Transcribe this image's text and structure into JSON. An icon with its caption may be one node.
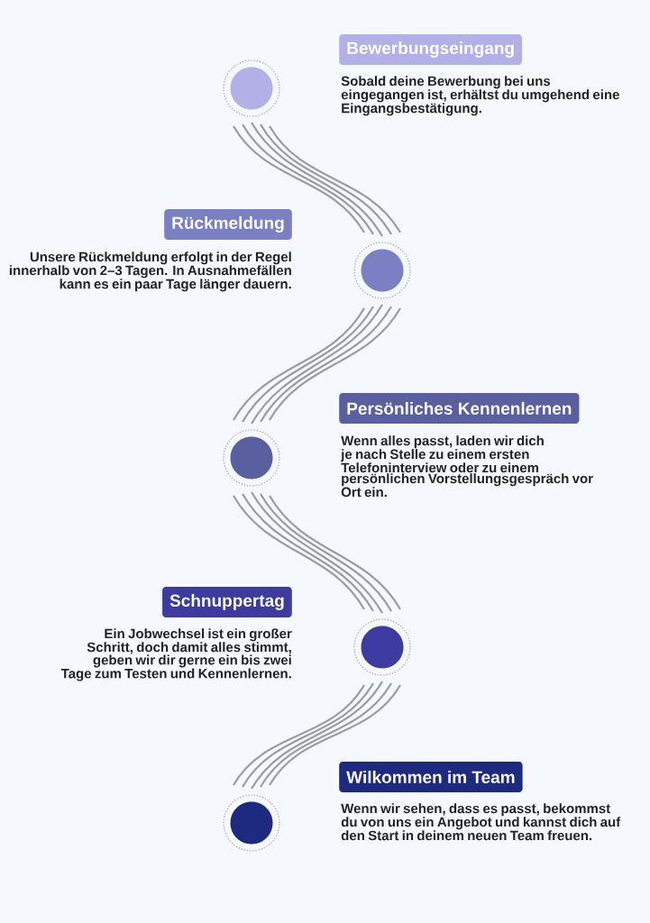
{
  "diagram": {
    "nodes": [
      {
        "text": [
          "Bewerbungseingang"
        ],
        "beside": [
          "Sobald deine Bewerbung bei uns eingegangen ist, erhältst du umgehend eine Eingangsbestätigung."
        ]
      },
      {
        "text": [],
        "shape": "circle"
      },
      {
        "text": [
          "Rückmeldung"
        ],
        "beside": [
          "Unsere Rückmeldung erfolgt in der Regel innerhalb von 2–3 Tagen. In Ausnahmefällen kann es ein paar Tage länger dauern."
        ]
      },
      {
        "text": [],
        "shape": "circle"
      },
      {
        "text": [
          "Persönliches Kennenlernen"
        ],
        "beside": [
          "Wenn alles passt, laden wir dich je nach Stelle zu einem ersten Telefoninterview oder zu einem persönlichen Vorstellungsgespräch vor Ort ein."
        ]
      },
      {
        "text": [],
        "shape": "circle"
      },
      {
        "text": [
          "Schnuppertag"
        ],
        "beside": [
          "Ein Jobwechsel ist ein großer Schritt, doch damit alles stimmt, geben wir dir gerne ein bis zwei Tage zum Testen und Kennenlernen."
        ]
      },
      {
        "text": [],
        "shape": "circle"
      },
      {
        "text": [
          "Wilkommen im Team"
        ],
        "beside": [
          "Wenn wir sehen, dass es passt, bekommst du von uns ein Angebot und kannst dich auf den Start in deinem neuen Team freuen."
        ]
      },
      {
        "text": [],
        "shape": "circle"
      }
    ],
    "edges": [
      {
        "from": 1,
        "to": 3,
        "arrow": "none"
      },
      {
        "from": 3,
        "to": 5,
        "arrow": "none"
      },
      {
        "from": 5,
        "to": 7,
        "arrow": "none"
      },
      {
        "from": 7,
        "to": 9,
        "arrow": "none"
      }
    ]
  }
}
